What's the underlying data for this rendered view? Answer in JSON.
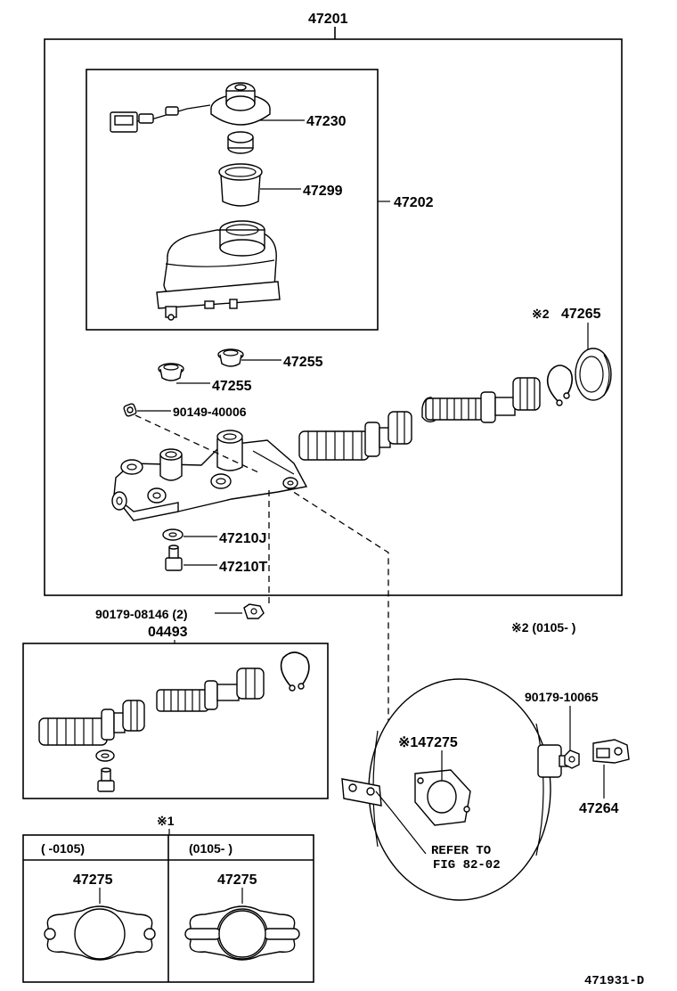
{
  "labels": {
    "assembly": "47201",
    "reservoir_assy": "47202",
    "cap": "47230",
    "strainer": "47299",
    "grommet_a": "47255",
    "grommet_b": "47255",
    "screw": "90149-40006",
    "gasket_ring": "47265",
    "gasket_ring_mark": "※2",
    "union_gasket": "47210J",
    "union": "47210T",
    "nut": "90179-08146 (2)",
    "kit": "04493",
    "note2_range": "※2 (0105-     )",
    "booster_nut": "90179-10065",
    "clevis": "47264",
    "booster_gasket": "※147275",
    "refer_line1": "REFER TO",
    "refer_line2": "FIG 82-02",
    "note1_mark": "※1",
    "variant1_range": "(    -0105)",
    "variant1_part": "47275",
    "variant2_range": "(0105-     )",
    "variant2_part": "47275",
    "figure_id": "471931-D"
  }
}
